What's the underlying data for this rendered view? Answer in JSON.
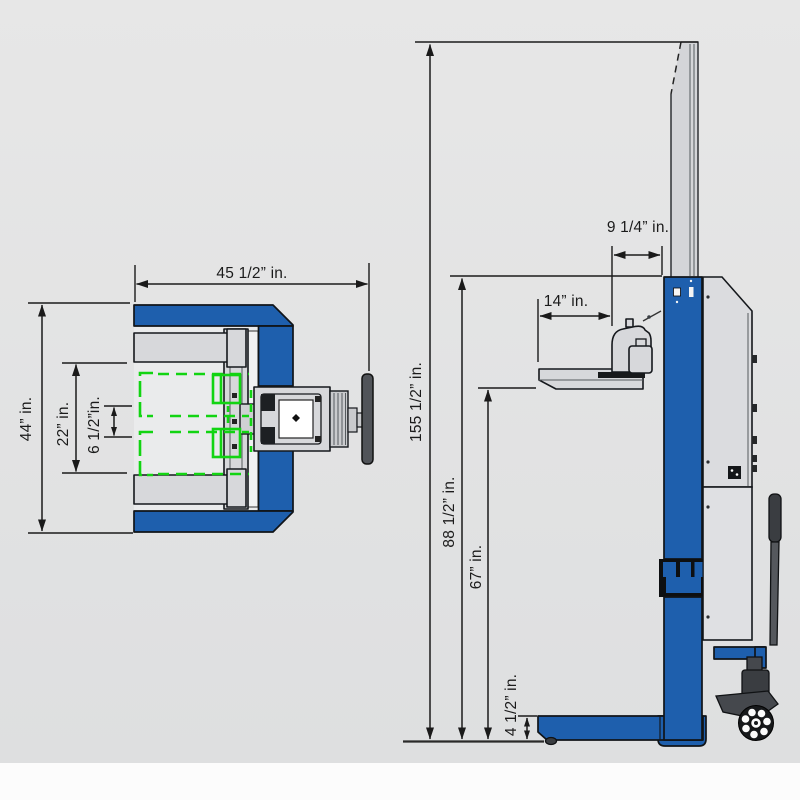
{
  "drawing": {
    "description": "Dimensioned engineering drawing of a blue stacker lift machine, top view (left) and side view (right)",
    "background_gray": "#E4E5E5",
    "machine_blue": "#1E5FAD",
    "outline_black": "#1A1A1A",
    "highlight_green": "#12D412"
  },
  "top_view": {
    "dims": {
      "overall_width": "45 1/2” in.",
      "overall_depth": "44” in.",
      "inner_width": "22” in.",
      "center_gap": "6 1/2”in."
    }
  },
  "side_view": {
    "dims": {
      "overall_height": "155 1/2” in.",
      "mast_height": "88 1/2” in.",
      "lift_height": "67” in.",
      "fork_length": "14” in.",
      "head_offset": "9 1/4” in.",
      "lowered_height": "4 1/2” in."
    }
  }
}
